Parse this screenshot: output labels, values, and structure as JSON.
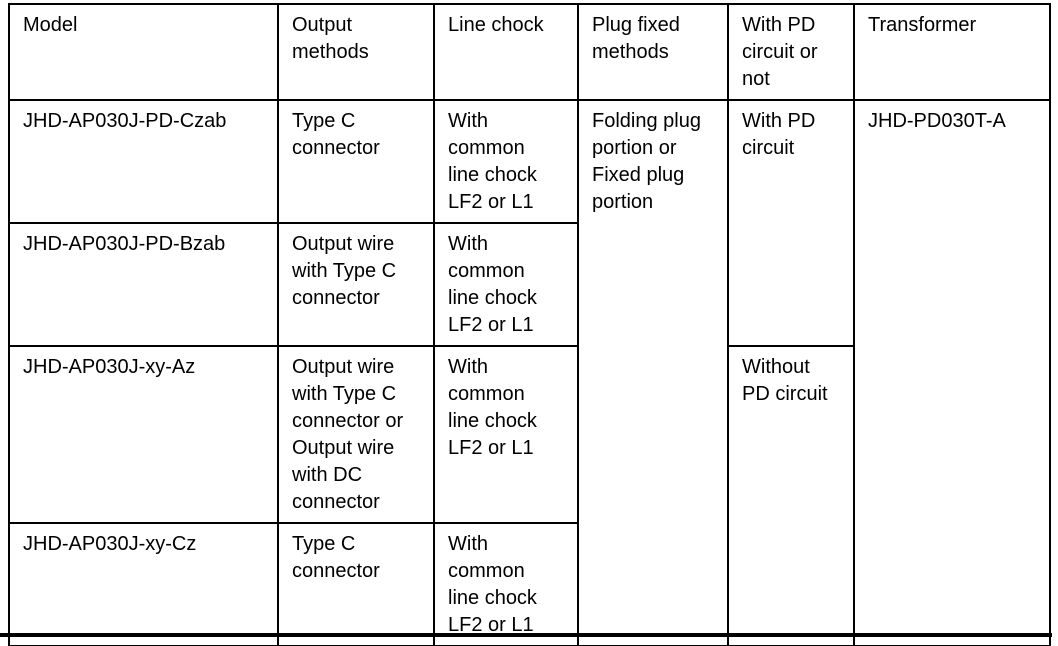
{
  "table": {
    "header": {
      "model": "Model",
      "output_methods": "Output\nmethods",
      "line_chock": "Line chock",
      "plug_fixed_methods": "Plug fixed\nmethods",
      "pd_circuit_or_not": "With PD\ncircuit or\nnot",
      "transformer": "Transformer"
    },
    "rows": [
      {
        "model": "JHD-AP030J-PD-Czab",
        "output_methods": "Type C\nconnector",
        "line_chock": "With\ncommon\nline chock\nLF2 or L1"
      },
      {
        "model": "JHD-AP030J-PD-Bzab",
        "output_methods": "Output wire\nwith Type C\nconnector",
        "line_chock": "With\ncommon\nline chock\nLF2 or L1"
      },
      {
        "model": "JHD-AP030J-xy-Az",
        "output_methods": "Output wire\nwith Type C\nconnector or\nOutput wire\nwith DC\nconnector",
        "line_chock": "With\ncommon\nline chock\nLF2 or L1"
      },
      {
        "model": "JHD-AP030J-xy-Cz",
        "output_methods": "Type C\nconnector",
        "line_chock": "With\ncommon\nline chock\nLF2 or L1"
      }
    ],
    "merged_cells": {
      "plug_fixed_methods": "Folding plug\nportion or\nFixed plug\nportion",
      "with_pd_circuit": "With PD\ncircuit",
      "without_pd_circuit": "Without\nPD circuit",
      "transformer": "JHD-PD030T-A"
    },
    "colors": {
      "text": "#000000",
      "border": "#000000",
      "background": "#ffffff"
    }
  }
}
